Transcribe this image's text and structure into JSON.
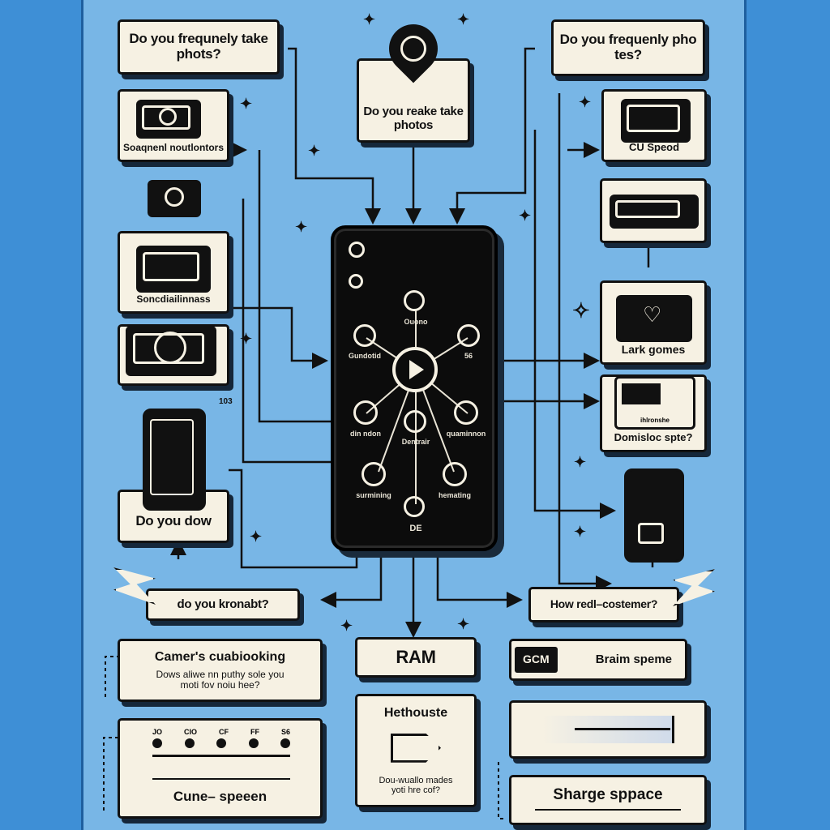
{
  "boxes": {
    "top_left": "Do you frequnely take phots?",
    "top_center": "Do you reake take photos",
    "top_right": "Do you frequenly pho tes?",
    "left1": "Soaqnenl noutlontors",
    "left2": "Soncdiailinnass",
    "left_dow": "Do you dow",
    "right_speed": "CU Speod",
    "right_games": "Lark gomes",
    "right_spte": "Domisloc spte?",
    "right_inner": "ihlronshe",
    "mid_left": "do you kronabt?",
    "mid_right": "How redl–costemer?",
    "ram": "RAM",
    "camera_title": "Camer's cuabiooking",
    "camera_sub": "Dows aliwe nn puthy sole you moti fov noiu hee?",
    "cune": "Cune– speeen",
    "hethouste_title": "Hethouste",
    "hethouste_sub": "Dou-wuallo mades yoti hre cof?",
    "gcm_badge": "GCM",
    "brain_speed": "Braim speme",
    "storage": "Sharge sppace",
    "side_num": "103"
  },
  "phone_nodes": [
    "Ouono",
    "Gundotid",
    "56",
    "din ndon",
    "Dentrair",
    "quaminnon",
    "surmining",
    "hemating",
    "DE"
  ],
  "scale_ticks": [
    "JO",
    "CIO",
    "CF",
    "FF",
    "S6"
  ]
}
